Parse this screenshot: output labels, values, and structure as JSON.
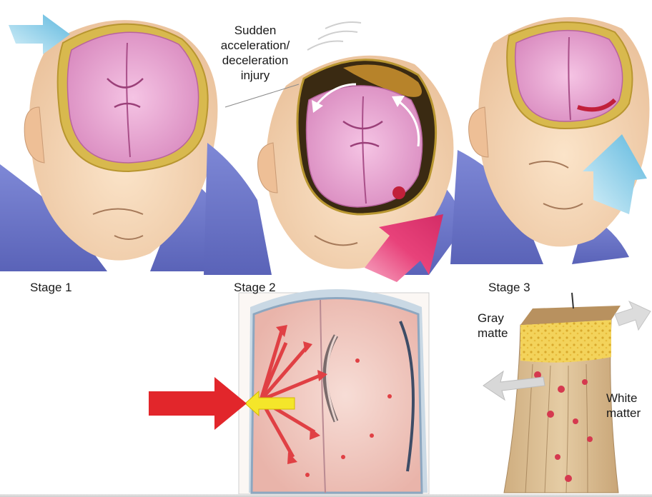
{
  "callout": {
    "line1": "Sudden",
    "line2": "acceleration/",
    "line3": "deceleration",
    "line4": "injury"
  },
  "stages": {
    "stage1": "Stage 1",
    "stage2": "Stage 2",
    "stage3": "Stage 3"
  },
  "tissue": {
    "gray_line1": "Gray",
    "gray_line2": "matte",
    "white_line1": "White",
    "white_line2": "matter"
  },
  "colors": {
    "skin": "#f6d9b8",
    "brain": "#e9a7d2",
    "shirt": "#6f79c9",
    "cyan_arrow": "#7fcbe6",
    "impact_arrow": "#e8427a",
    "red_arrow": "#e2262b",
    "yellow_arrow": "#f4e62a"
  }
}
